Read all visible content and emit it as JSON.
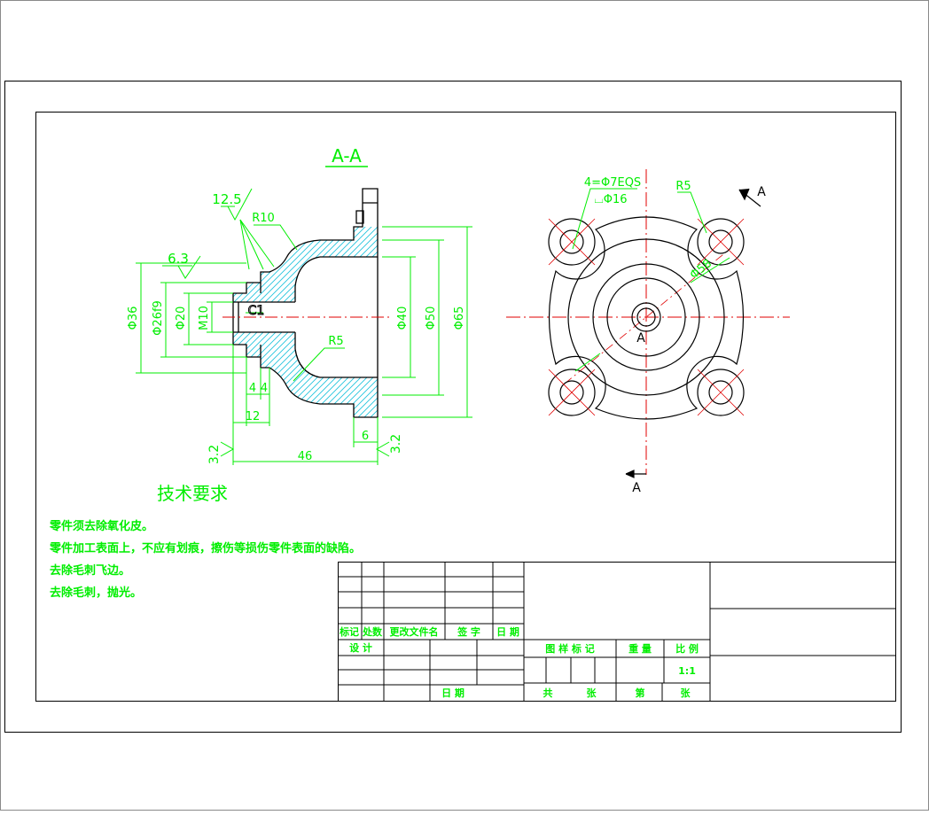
{
  "section_title": "A-A",
  "section_marks": {
    "top": "A",
    "bottom": "A",
    "center": "A"
  },
  "front_view": {
    "roughness": {
      "r1": "12.5",
      "r2": "6.3",
      "r3": "3.2",
      "r4": "3.2"
    },
    "radius": {
      "top": "R10",
      "bottom": "R5"
    },
    "chamfer": "C1",
    "diameters": {
      "d36": "Φ36",
      "d26": "Φ26f9",
      "d20": "Φ20",
      "m10": "M10",
      "d40": "Φ40",
      "d50": "Φ50",
      "d65": "Φ65"
    },
    "lengths": {
      "a": "4",
      "b": "4",
      "c": "12",
      "d": "6",
      "e": "46"
    }
  },
  "side_view": {
    "holes": "4=Φ7EQS",
    "counterbore": "⌴Φ16",
    "radius": "R5",
    "pcd": "Φ58"
  },
  "tech_req": {
    "title": "技术要求",
    "lines": [
      "零件须去除氧化皮。",
      "零件加工表面上，不应有划痕，擦伤等损伤零件表面的缺陷。",
      "去除毛刺飞边。",
      "去除毛刺，抛光。"
    ]
  },
  "title_block": {
    "mark": "标记",
    "place": "处数",
    "doc": "更改文件名",
    "sign": "签 字",
    "date": "日 期",
    "design": "设 计",
    "date2": "日 期",
    "stage": "图 样 标 记",
    "weight": "重 量",
    "scale_label": "比 例",
    "scale": "1:1",
    "total": "共",
    "sheets": "张",
    "page": "第",
    "sheet": "张"
  }
}
